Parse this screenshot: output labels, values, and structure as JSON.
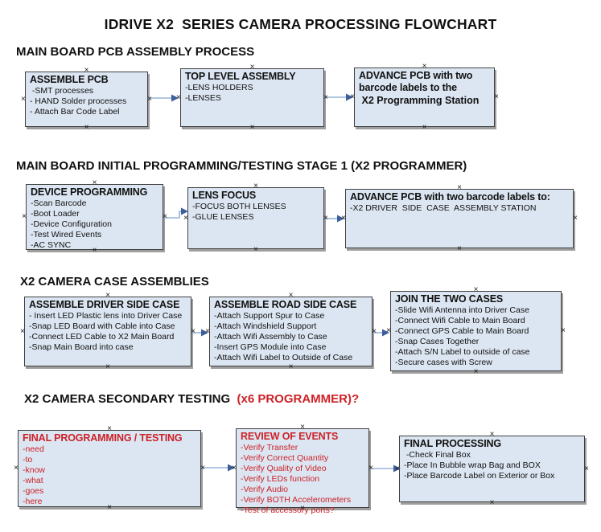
{
  "title": "IDRIVE X2  SERIES CAMERA PROCESSING FLOWCHART",
  "colors": {
    "box_fill": "#dce6f2",
    "box_border": "#404040",
    "box_shadow": "#9e9e9e",
    "red_text": "#cc2127",
    "arrow_line": "#95b3d7",
    "arrow_head": "#3d5e9a",
    "text": "#111111"
  },
  "sections": [
    {
      "header": "MAIN BOARD PCB ASSEMBLY PROCESS",
      "boxes": [
        {
          "title": "ASSEMBLE PCB",
          "items": [
            " -SMT processes",
            "- HAND Solder processes",
            "- Attach Bar Code Label"
          ]
        },
        {
          "title": "TOP LEVEL ASSEMBLY",
          "items": [
            "-LENS HOLDERS",
            "-LENSES"
          ]
        },
        {
          "title": "ADVANCE PCB with two barcode labels to the",
          "items": [
            " X2 Programming Station"
          ]
        }
      ]
    },
    {
      "header": "MAIN BOARD INITIAL PROGRAMMING/TESTING STAGE 1 (X2 PROGRAMMER)",
      "boxes": [
        {
          "title": "DEVICE PROGRAMMING",
          "items": [
            "-Scan Barcode",
            "-Boot Loader",
            "-Device Configuration",
            "-Test Wired Events",
            "-AC SYNC"
          ]
        },
        {
          "title": "LENS FOCUS",
          "items": [
            "-FOCUS BOTH LENSES",
            "-GLUE LENSES"
          ]
        },
        {
          "title": "ADVANCE PCB with two barcode labels to:",
          "items": [
            "-X2 DRIVER  SIDE  CASE  ASSEMBLY STATION"
          ]
        }
      ]
    },
    {
      "header": "X2 CAMERA CASE ASSEMBLIES",
      "boxes": [
        {
          "title": "ASSEMBLE DRIVER SIDE CASE",
          "items": [
            "- Insert LED Plastic lens into Driver Case",
            "-Snap LED Board with Cable into Case",
            "-Connect LED Cable to X2 Main Board",
            "-Snap Main Board into case"
          ]
        },
        {
          "title": "ASSEMBLE ROAD SIDE CASE",
          "items": [
            "-Attach Support Spur to Case",
            "-Attach Windshield Support",
            "-Attach Wifi Assembly to Case",
            "-Insert GPS Module into Case",
            "-Attach Wifi Label to Outside of Case"
          ]
        },
        {
          "title": "JOIN THE TWO CASES",
          "items": [
            "-Slide Wifi Antenna into Driver Case",
            "-Connect Wifi Cable to Main Board",
            "-Connect GPS Cable to Main Board",
            "-Snap Cases Together",
            "-Attach S/N Label to outside of case",
            "-Secure cases with Screw"
          ]
        }
      ]
    },
    {
      "header": "X2 CAMERA SECONDARY TESTING ",
      "header_suffix": " (x6 PROGRAMMER)?",
      "boxes": [
        {
          "title": "FINAL PROGRAMMING / TESTING",
          "items": [
            "-need",
            "-to",
            "-know",
            "-what",
            "-goes",
            "-here"
          ]
        },
        {
          "title": "REVIEW OF EVENTS",
          "items": [
            "-Verify Transfer",
            "-Verify Correct Quantity",
            "-Verify Quality of Video",
            "-Verify LEDs function",
            "-Verify Audio",
            "-Verify BOTH Accelerometers",
            "-Test of accessory ports?"
          ]
        },
        {
          "title": "FINAL PROCESSING",
          "items": [
            " -Check Final Box",
            "-Place In Bubble wrap Bag and BOX",
            "-Place Barcode Label on Exterior or Box"
          ]
        }
      ]
    }
  ]
}
